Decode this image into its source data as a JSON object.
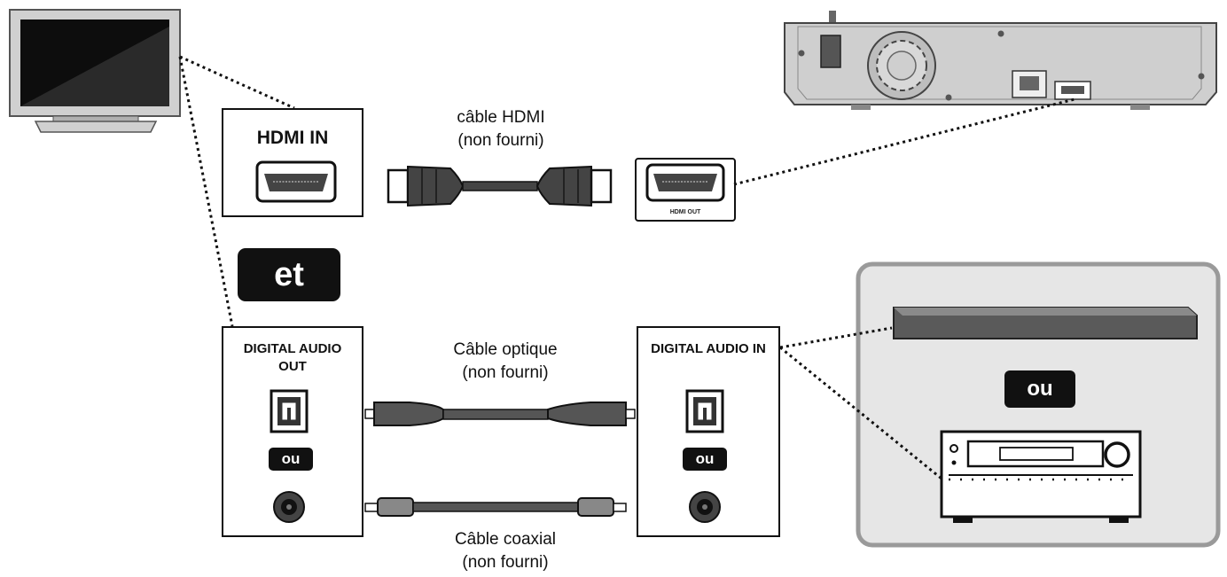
{
  "labels": {
    "hdmi_in": "HDMI IN",
    "hdmi_out": "HDMI OUT",
    "and_badge": "et",
    "digital_audio_out": "DIGITAL AUDIO OUT",
    "digital_audio_in": "DIGITAL AUDIO IN",
    "or_left": "ou",
    "or_right": "ou",
    "or_devices": "ou"
  },
  "cables": {
    "hdmi": {
      "name": "câble HDMI",
      "note": "(non fourni)"
    },
    "optical": {
      "name": "Câble optique",
      "note": "(non fourni)"
    },
    "coaxial": {
      "name": "Câble coaxial",
      "note": "(non fourni)"
    }
  },
  "devices": [
    "tv-icon",
    "set-top-box-icon",
    "soundbar-icon",
    "av-receiver-icon"
  ],
  "colors": {
    "ink": "#111111",
    "device_gray": "#cfcfcf",
    "device_dark": "#555555",
    "group_bg": "#e6e6e6",
    "group_border": "#9a9a9a"
  }
}
